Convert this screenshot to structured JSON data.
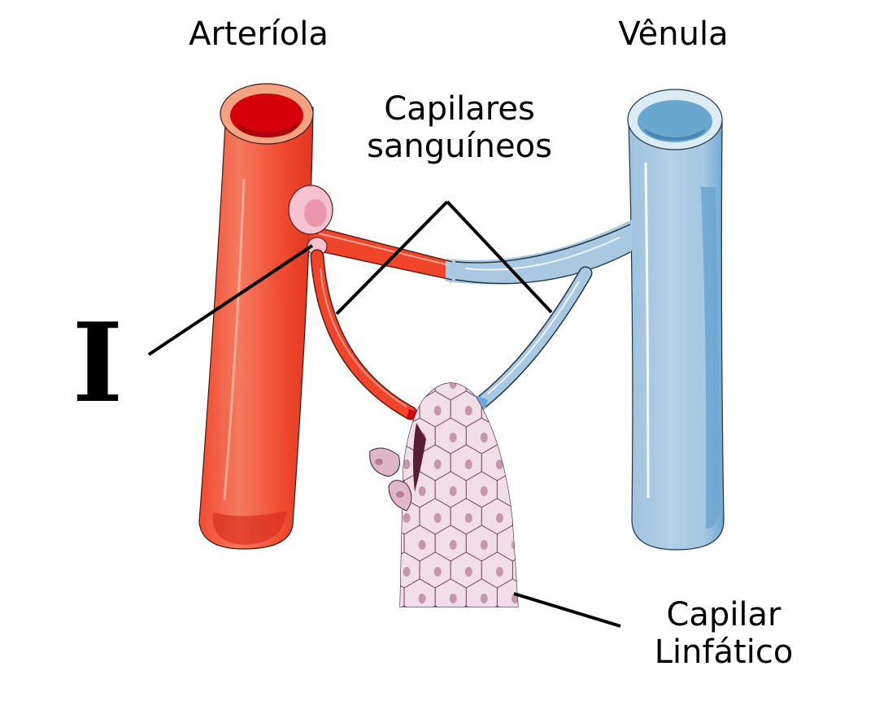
{
  "labels": {
    "arteriola": "Arteríola",
    "venula": "Vênula",
    "capilares_line1": "Capilares",
    "capilares_line2": "sanguíneos",
    "linfatico_line1": "Capilar",
    "linfatico_line2": "Linfático",
    "marker": "I"
  },
  "colors": {
    "artery": "#f0442b",
    "artery_light": "#f47a5e",
    "artery_lumen": "#c8000c",
    "vein": "#a9c9e2",
    "vein_dark": "#6ea7d2",
    "vein_lumen": "#4e86b3",
    "lymph": "#f0dbe6",
    "lymph_cell": "#b67e98",
    "leader_line": "#000000"
  }
}
